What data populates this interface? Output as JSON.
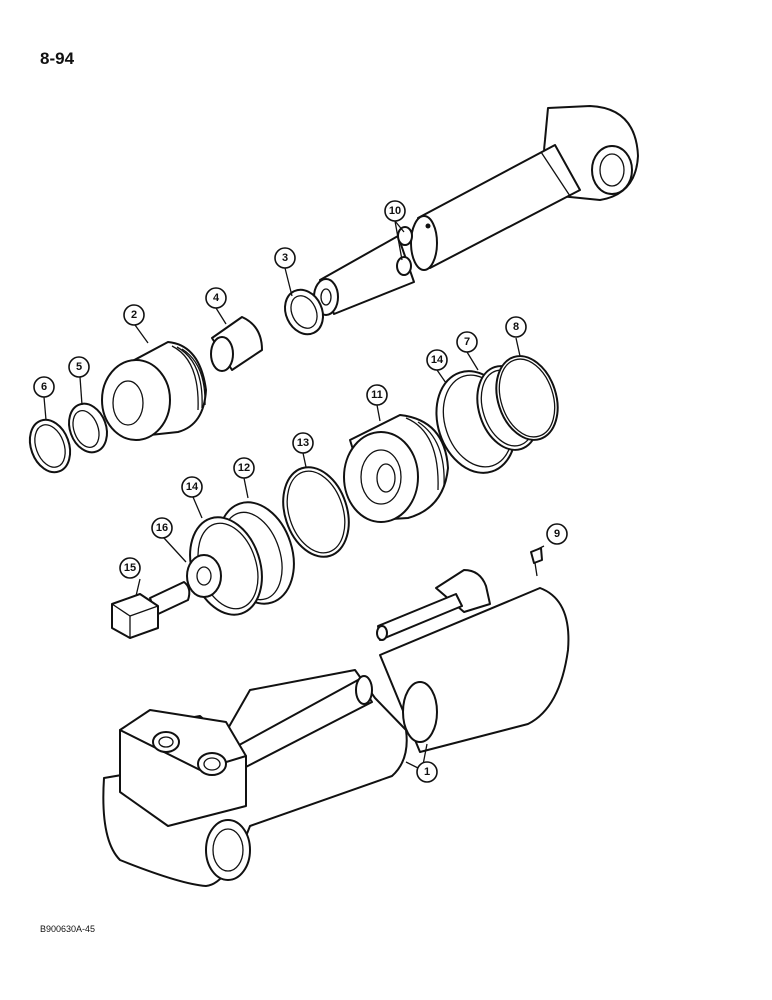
{
  "page_number": "8-94",
  "figure_code": "B900630A-45",
  "callouts": [
    {
      "id": "1",
      "label": "1"
    },
    {
      "id": "2",
      "label": "2"
    },
    {
      "id": "3",
      "label": "3"
    },
    {
      "id": "4",
      "label": "4"
    },
    {
      "id": "5",
      "label": "5"
    },
    {
      "id": "6",
      "label": "6"
    },
    {
      "id": "7",
      "label": "7"
    },
    {
      "id": "8",
      "label": "8"
    },
    {
      "id": "9",
      "label": "9"
    },
    {
      "id": "10",
      "label": "10"
    },
    {
      "id": "11",
      "label": "11"
    },
    {
      "id": "12",
      "label": "12"
    },
    {
      "id": "13",
      "label": "13"
    },
    {
      "id": "14a",
      "label": "14"
    },
    {
      "id": "14b",
      "label": "14"
    },
    {
      "id": "15",
      "label": "15"
    },
    {
      "id": "16",
      "label": "16"
    }
  ]
}
